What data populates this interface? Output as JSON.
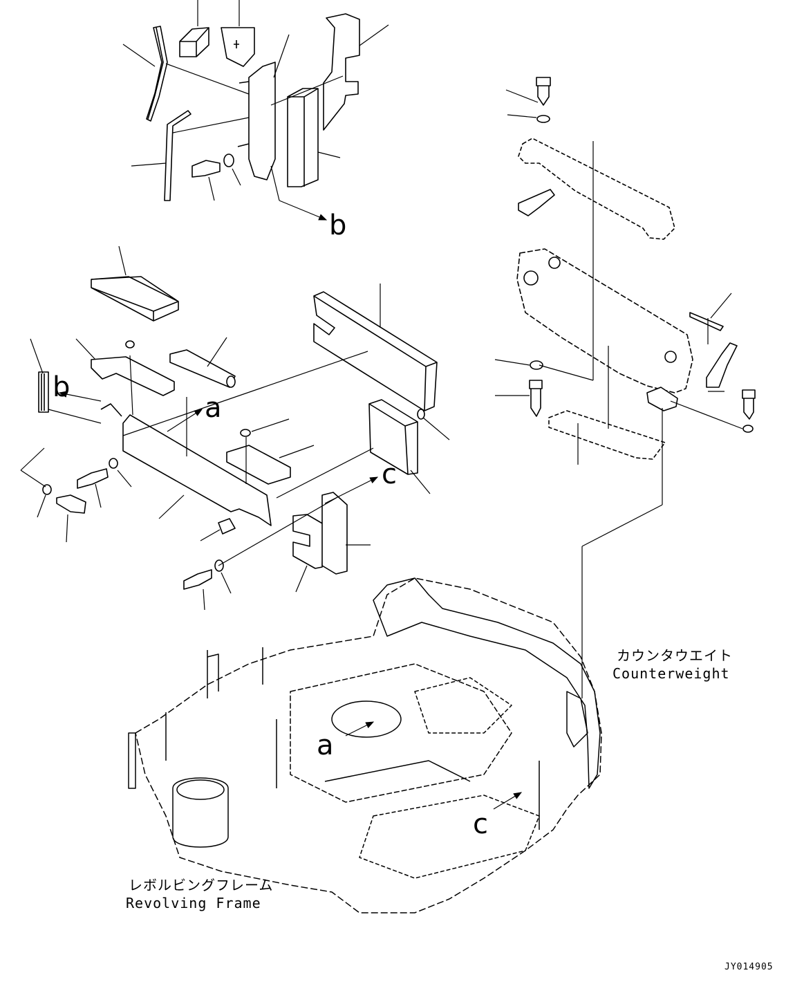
{
  "diagram": {
    "reference_letters": {
      "b_top": "b",
      "b_left": "b",
      "a_upper": "a",
      "c_upper": "c",
      "a_frame": "a",
      "c_frame": "c"
    },
    "captions": {
      "counterweight_jp": "カウンタウエイト",
      "counterweight_en": "Counterweight",
      "revolving_frame_jp": "レボルビングフレーム",
      "revolving_frame_en": "Revolving Frame"
    },
    "drawing_code": "JY014905"
  }
}
